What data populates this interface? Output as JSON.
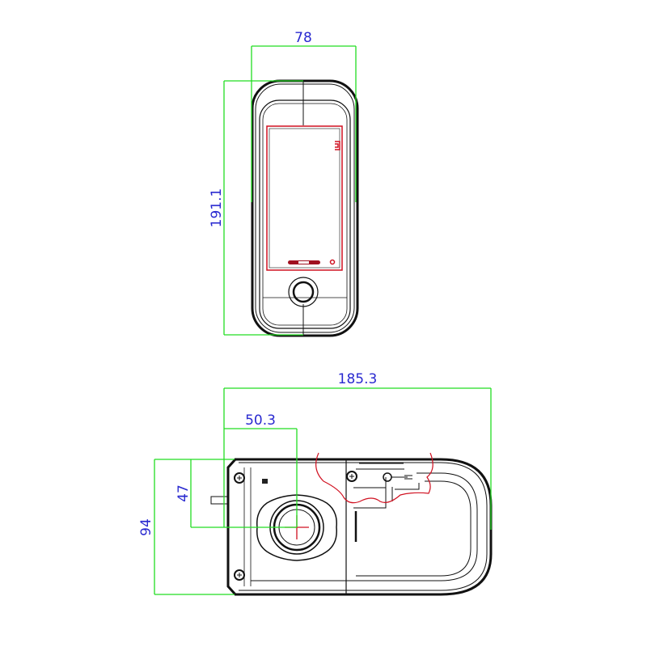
{
  "title": "Smart lock dimension drawing",
  "front_view": {
    "width_label": "78",
    "height_label": "191.1"
  },
  "side_view": {
    "length_label": "185.3",
    "knob_offset_label": "50.3",
    "height_label": "94",
    "knob_height_label": "47"
  },
  "colors": {
    "dimension_line": "#22dd22",
    "dimension_text": "#2a2ad0",
    "outline": "#111111",
    "highlight": "#d01020"
  }
}
